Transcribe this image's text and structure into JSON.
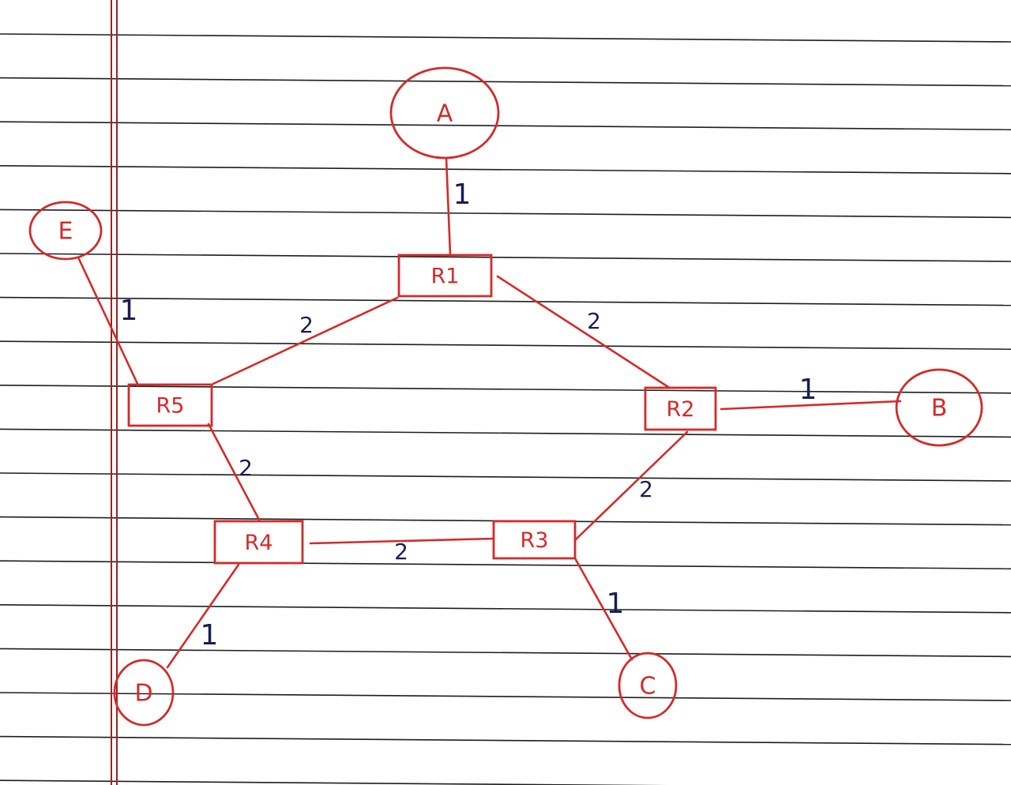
{
  "colors": {
    "paper": "#ffffff",
    "rule_line": "#1e1e1e",
    "margin_line": "#a32020",
    "ink": "#d42a2a",
    "weight_ink": "#1a1c55"
  },
  "hosts": [
    {
      "id": "A",
      "label": "A"
    },
    {
      "id": "B",
      "label": "B"
    },
    {
      "id": "C",
      "label": "C"
    },
    {
      "id": "D",
      "label": "D"
    },
    {
      "id": "E",
      "label": "E"
    }
  ],
  "routers": [
    {
      "id": "R1",
      "label": "R1"
    },
    {
      "id": "R2",
      "label": "R2"
    },
    {
      "id": "R3",
      "label": "R3"
    },
    {
      "id": "R4",
      "label": "R4"
    },
    {
      "id": "R5",
      "label": "R5"
    }
  ],
  "links": [
    {
      "from": "A",
      "to": "R1",
      "weight": "1"
    },
    {
      "from": "R1",
      "to": "R5",
      "weight": "2"
    },
    {
      "from": "R1",
      "to": "R2",
      "weight": "2"
    },
    {
      "from": "E",
      "to": "R5",
      "weight": "1"
    },
    {
      "from": "R2",
      "to": "B",
      "weight": "1"
    },
    {
      "from": "R5",
      "to": "R4",
      "weight": "2"
    },
    {
      "from": "R2",
      "to": "R3",
      "weight": "2"
    },
    {
      "from": "R4",
      "to": "R3",
      "weight": "2"
    },
    {
      "from": "R4",
      "to": "D",
      "weight": "1"
    },
    {
      "from": "R3",
      "to": "C",
      "weight": "1"
    }
  ]
}
